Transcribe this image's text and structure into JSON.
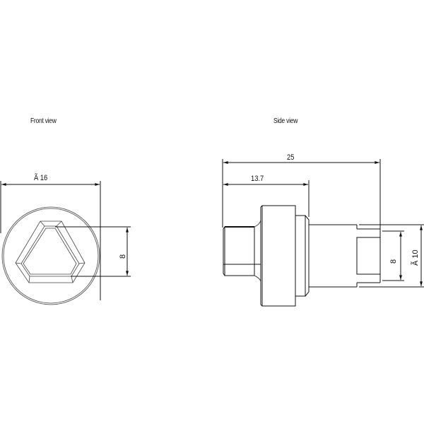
{
  "views": {
    "front": {
      "title": "Front view",
      "diameter_label": "Ã  16",
      "hex_height_label": "8"
    },
    "side": {
      "title": "Side view",
      "overall_length_label": "25",
      "partial_length_label": "13.7",
      "inner_height_label": "8",
      "outer_diameter_label": "Ã  10"
    }
  },
  "colors": {
    "line": "#111111",
    "thin": "#444444",
    "background": "#ffffff"
  }
}
